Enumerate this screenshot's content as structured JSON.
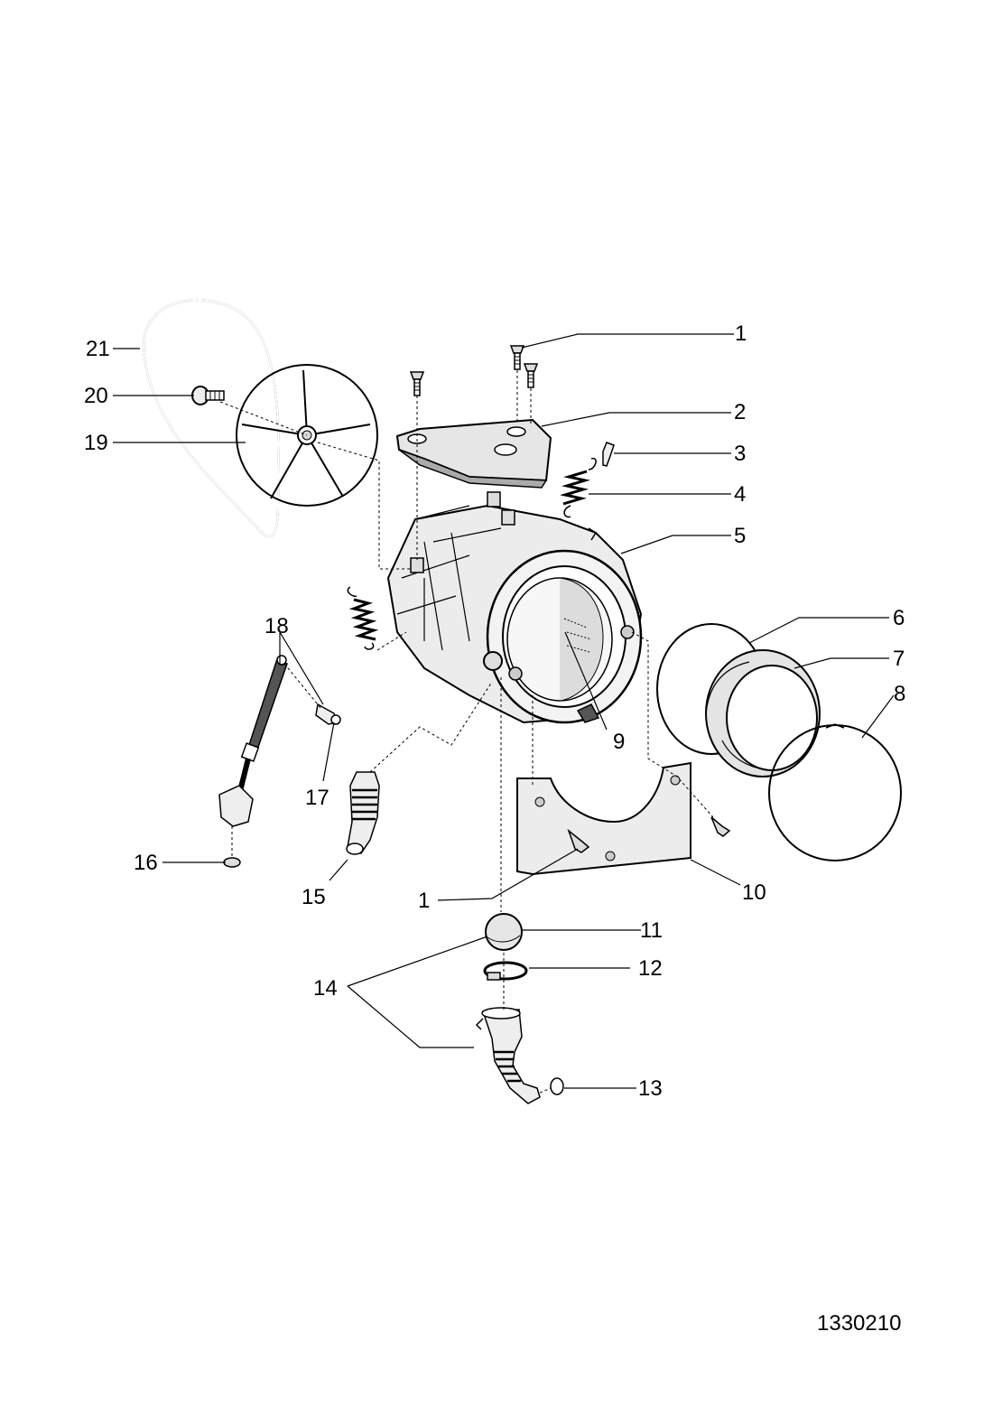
{
  "labels": {
    "l1a": "1",
    "l2": "2",
    "l3": "3",
    "l4": "4",
    "l5": "5",
    "l6": "6",
    "l7": "7",
    "l8": "8",
    "l9": "9",
    "l10": "10",
    "l1b": "1",
    "l11": "11",
    "l12": "12",
    "l13": "13",
    "l14": "14",
    "l15": "15",
    "l16": "16",
    "l17": "17",
    "l18": "18",
    "l19": "19",
    "l20": "20",
    "l21": "21"
  },
  "reference_number": "1330210",
  "colors": {
    "line": "#000000",
    "fill_light": "#ededed",
    "fill_mid": "#d9d9d9",
    "fill_dark": "#555555",
    "background": "#ffffff"
  }
}
